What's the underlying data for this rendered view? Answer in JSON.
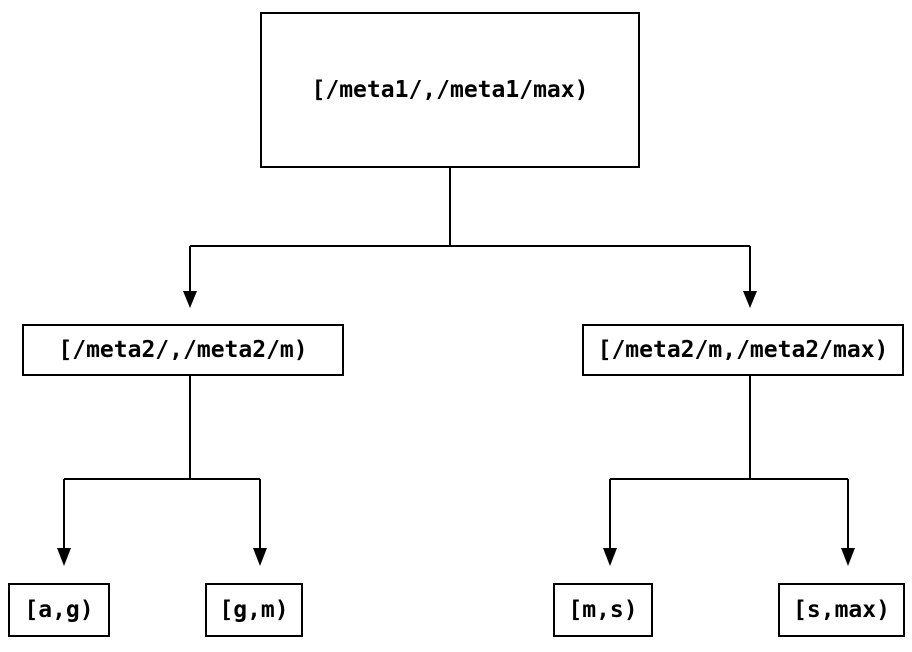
{
  "diagram": {
    "type": "tree",
    "background_color": "#ffffff",
    "line_color": "#000000",
    "text_color": "#000000",
    "nodes": {
      "root": {
        "label": "[/meta1/,/meta1/max)"
      },
      "level1_left": {
        "label": "[/meta2/,/meta2/m)"
      },
      "level1_right": {
        "label": "[/meta2/m,/meta2/max)"
      },
      "leaf_a_g": {
        "label": "[a,g)"
      },
      "leaf_g_m": {
        "label": "[g,m)"
      },
      "leaf_m_s": {
        "label": "[m,s)"
      },
      "leaf_s_max": {
        "label": "[s,max)"
      }
    },
    "edges": [
      {
        "from": "root",
        "to": "level1_left"
      },
      {
        "from": "root",
        "to": "level1_right"
      },
      {
        "from": "level1_left",
        "to": "leaf_a_g"
      },
      {
        "from": "level1_left",
        "to": "leaf_g_m"
      },
      {
        "from": "level1_right",
        "to": "leaf_m_s"
      },
      {
        "from": "level1_right",
        "to": "leaf_s_max"
      }
    ]
  }
}
